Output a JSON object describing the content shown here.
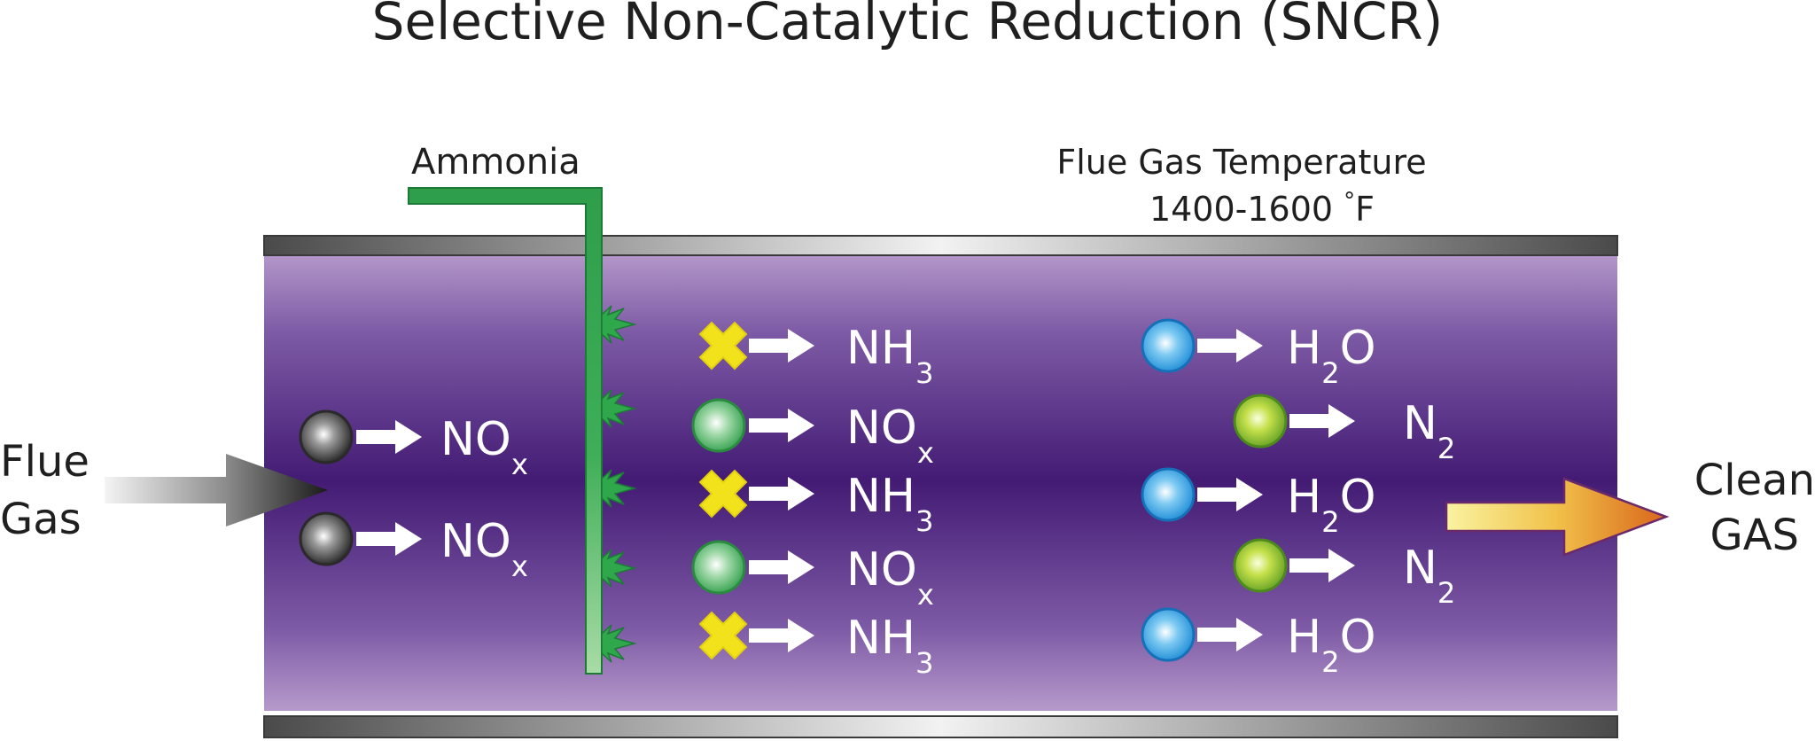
{
  "title": "Selective Non-Catalytic Reduction (SNCR)",
  "ammonia_label": "Ammonia",
  "temperature": {
    "line1": "Flue Gas Temperature",
    "line2_value": "1400-1600 ",
    "line2_degree": "°",
    "line2_unit": "F"
  },
  "inlet": {
    "line1": "Flue",
    "line2": "Gas"
  },
  "outlet": {
    "line1": "Clean",
    "line2": "GAS"
  },
  "inlet_species": [
    {
      "base": "NO",
      "sub": "x"
    },
    {
      "base": "NO",
      "sub": "x"
    }
  ],
  "injected_species": [
    {
      "marker": "cross",
      "base": "NH",
      "sub": "3"
    },
    {
      "marker": "green-circle",
      "base": "NO",
      "sub": "x"
    },
    {
      "marker": "cross",
      "base": "NH",
      "sub": "3"
    },
    {
      "marker": "green-circle",
      "base": "NO",
      "sub": "x"
    },
    {
      "marker": "cross",
      "base": "NH",
      "sub": "3"
    }
  ],
  "product_species": [
    {
      "marker": "blue-circle",
      "pre": "H",
      "sub": "2",
      "post": "O"
    },
    {
      "marker": "lime-circle",
      "pre": "N",
      "sub": "2",
      "post": ""
    },
    {
      "marker": "blue-circle",
      "pre": "H",
      "sub": "2",
      "post": "O"
    },
    {
      "marker": "lime-circle",
      "pre": "N",
      "sub": "2",
      "post": ""
    },
    {
      "marker": "blue-circle",
      "pre": "H",
      "sub": "2",
      "post": "O"
    }
  ],
  "colors": {
    "duct_purple": "#4a1f78",
    "ammonia_pipe": "#2e9e4b",
    "nh3_cross": "#f2e21c",
    "nox_circle": "#3fae58",
    "h2o_circle": "#2b9be0",
    "n2_circle": "#8dbb2c",
    "inlet_nox_circle": "#3a3a3a",
    "outlet_arrow_start": "#f7ef7a",
    "outlet_arrow_end": "#e07a1c"
  }
}
